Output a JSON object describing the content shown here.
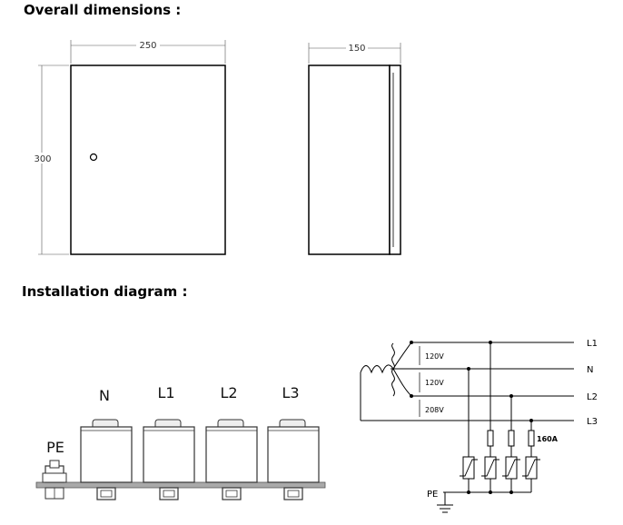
{
  "headings": {
    "overall": "Overall dimensions :",
    "installation": "Installation diagram :"
  },
  "dimensions": {
    "width": "250",
    "height": "300",
    "depth": "150"
  },
  "terminals": {
    "n": "N",
    "l1": "L1",
    "l2": "L2",
    "l3": "L3",
    "pe": "PE"
  },
  "wiring": {
    "lines": [
      "L1",
      "N",
      "L2",
      "L3"
    ],
    "voltages": [
      "120V",
      "120V",
      "208V"
    ],
    "fuse_rating": "160A",
    "pe_label": "PE"
  }
}
